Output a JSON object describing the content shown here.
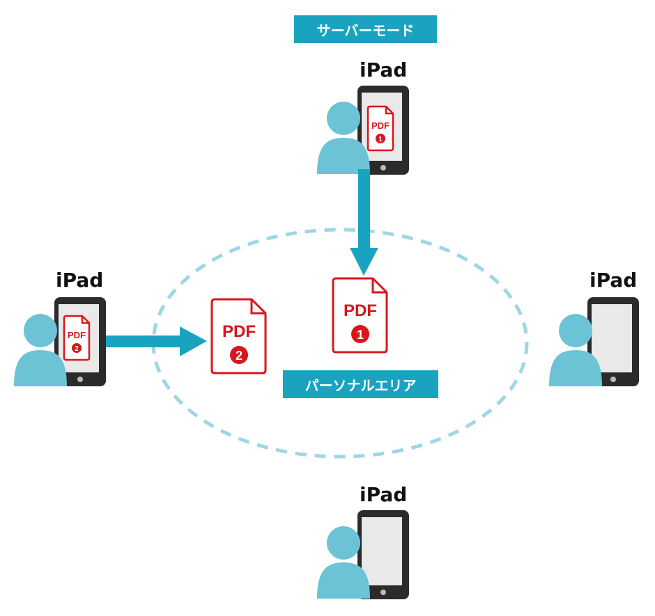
{
  "labels": {
    "server_mode": "サーバーモード",
    "personal_area": "パーソナルエリア"
  },
  "devices": [
    {
      "name": "iPad",
      "pdf_label": "PDF",
      "pdf_number": "1"
    },
    {
      "name": "iPad",
      "pdf_label": "PDF",
      "pdf_number": "2"
    },
    {
      "name": "iPad"
    },
    {
      "name": "iPad"
    }
  ],
  "area_pdfs": [
    {
      "label": "PDF",
      "number": "2"
    },
    {
      "label": "PDF",
      "number": "1"
    }
  ],
  "colors": {
    "accent": "#1aa3c1",
    "person": "#6cc3d6",
    "pdf_red": "#d9161d",
    "device_frame": "#2b2b2b",
    "device_screen": "#e9e9e9",
    "dashed_ellipse": "#9fd6e4"
  }
}
